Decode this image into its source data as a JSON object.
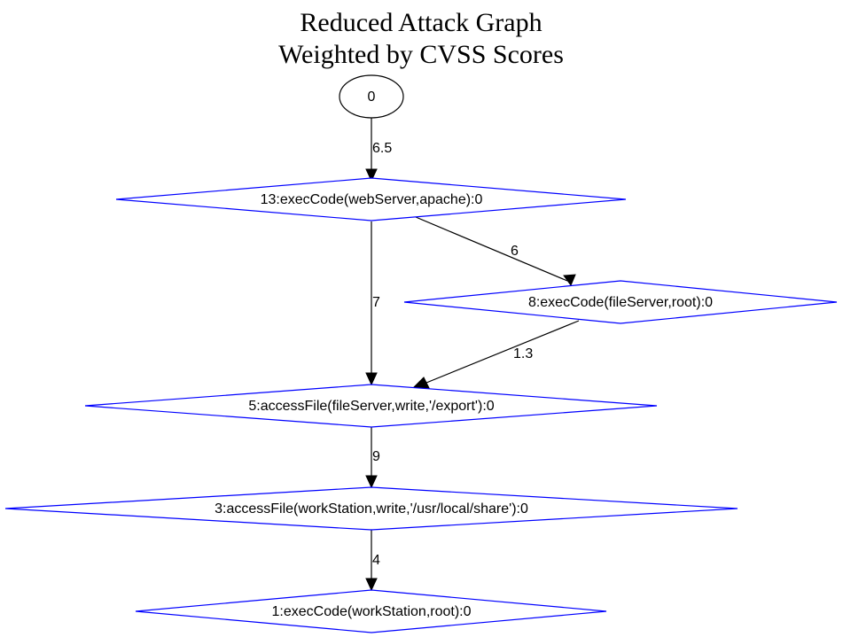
{
  "title": {
    "line1": "Reduced Attack Graph",
    "line2": "Weighted by CVSS Scores"
  },
  "nodes": {
    "n0": "0",
    "n13": "13:execCode(webServer,apache):0",
    "n8": "8:execCode(fileServer,root):0",
    "n5": "5:accessFile(fileServer,write,'/export'):0",
    "n3": "3:accessFile(workStation,write,'/usr/local/share'):0",
    "n1": "1:execCode(workStation,root):0"
  },
  "edges": {
    "e0_13": "6.5",
    "e13_8": "6",
    "e13_5": "7",
    "e8_5": "1.3",
    "e5_3": "9",
    "e3_1": "4"
  },
  "colors": {
    "node_border": "#0000ff",
    "root_border": "#000000",
    "edge": "#000000"
  }
}
